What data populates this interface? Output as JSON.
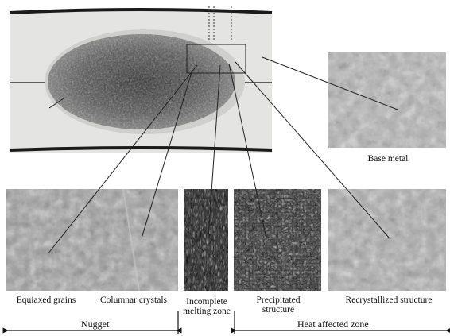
{
  "labels": {
    "base_metal": "Base metal",
    "equiaxed_grains": "Equiaxed grains",
    "columnar_crystals": "Columnar crystals",
    "incomplete_melting_zone": "Incomplete melting zone",
    "precipitated_structure": "Precipitated structure",
    "recrystallized_structure": "Recrystallized structure"
  },
  "zones": {
    "nugget": "Nugget",
    "heat_affected_zone": "Heat affected zone"
  },
  "colors": {
    "plate": "#e6e6e4",
    "nugget_dark": "#3f3f3f",
    "nugget_edge": "#8a8a8a",
    "micrograph_light": "#b9b9b9",
    "micrograph_dark": "#2a2a2a",
    "line": "#222222"
  }
}
